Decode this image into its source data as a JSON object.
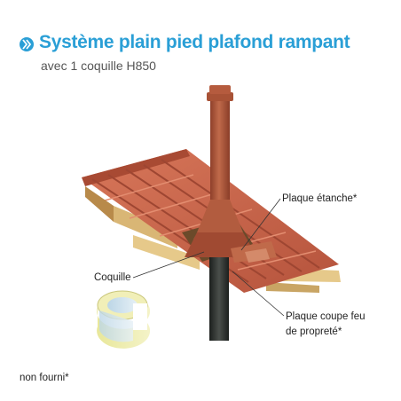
{
  "header": {
    "title": "Système plain pied plafond rampant",
    "subtitle": "avec 1 coquille H850",
    "accent_color": "#2a9fd6",
    "icon": "double-chevron-right-icon"
  },
  "callouts": {
    "plaque_etanche": "Plaque étanche*",
    "coquille": "Coquille",
    "plaque_coupe_feu_line1": "Plaque coupe feu",
    "plaque_coupe_feu_line2": "de propreté*"
  },
  "footnote": "non fourni*",
  "colors": {
    "tile": "#c9654a",
    "tile_dark": "#9e4632",
    "chimney": "#b05a3c",
    "wood": "#e6c98a",
    "pipe": "#2b2f2c"
  }
}
